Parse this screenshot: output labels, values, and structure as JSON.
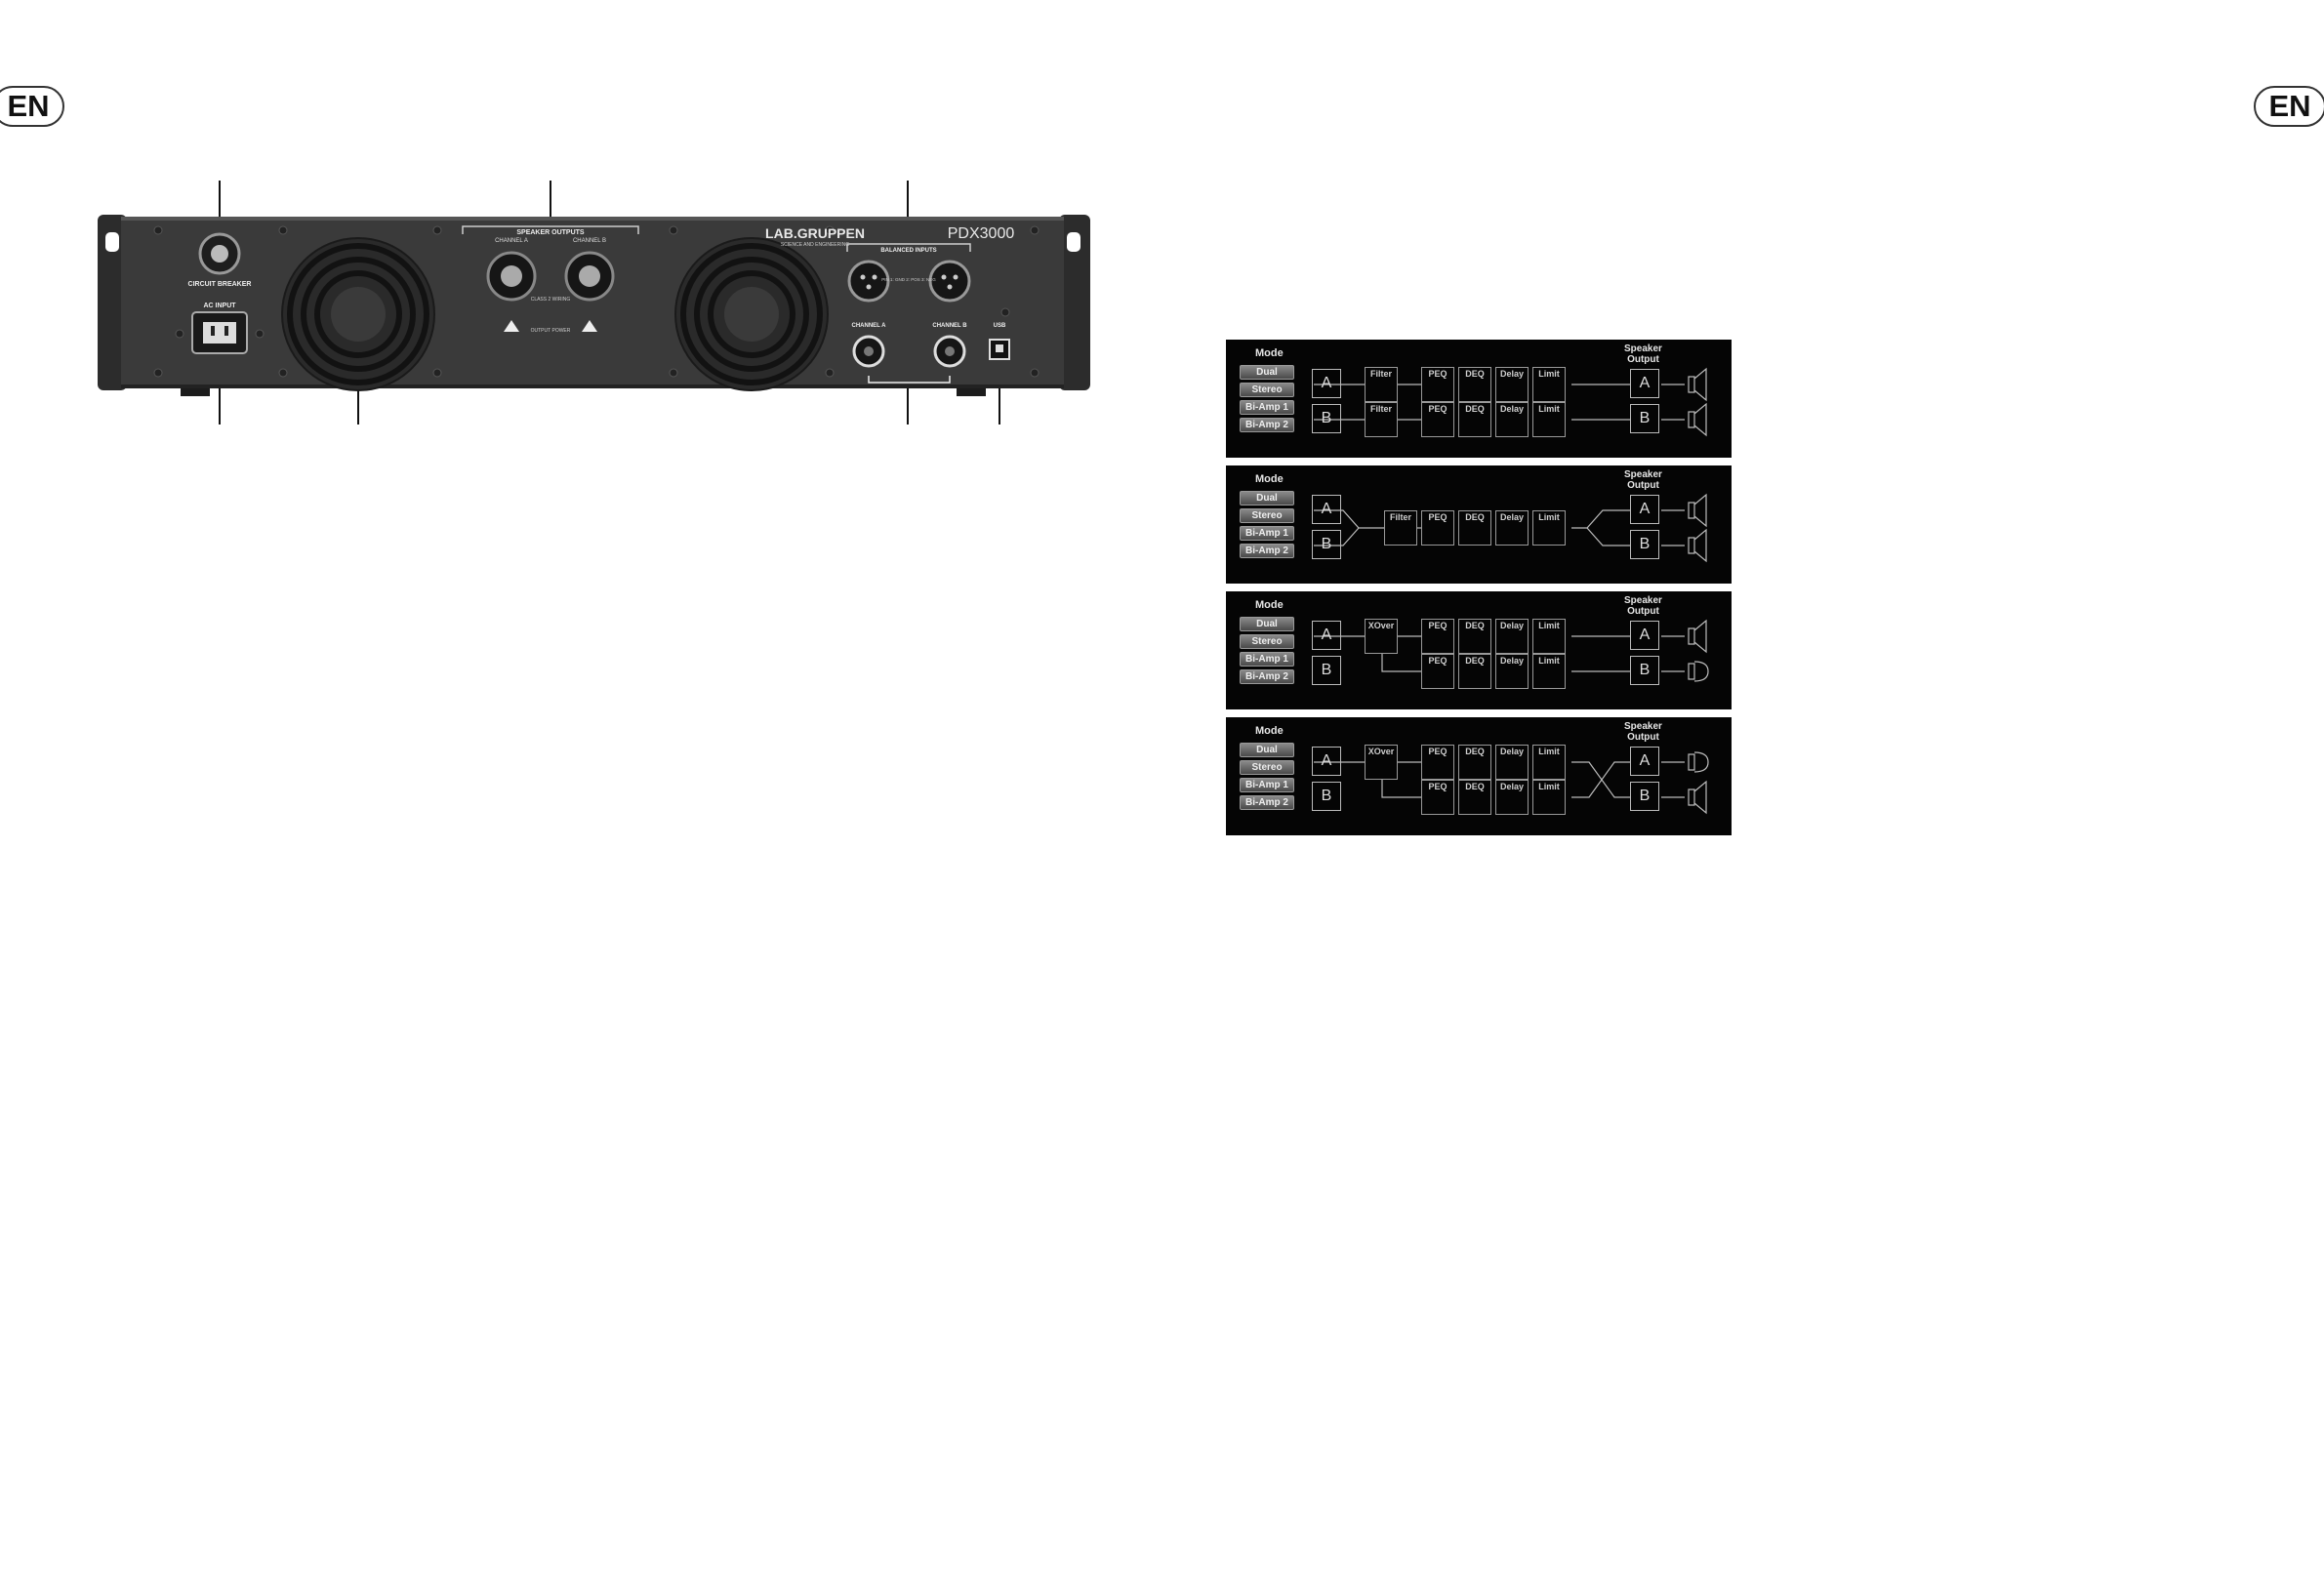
{
  "page": {
    "lang_tab_left": "EN",
    "lang_tab_right": "EN"
  },
  "rear_panel": {
    "brand": "LAB.GRUPPEN",
    "brand_tagline": "SCIENCE AND ENGINEERING",
    "model": "PDX3000",
    "circuit_breaker": "CIRCUIT BREAKER",
    "ac_input": "AC INPUT",
    "speaker_outputs": "SPEAKER OUTPUTS",
    "channel_a": "CHANNEL A",
    "channel_b": "CHANNEL B",
    "class2": "CLASS 2 WIRING",
    "output_power": "OUTPUT POWER",
    "balanced_inputs": "BALANCED INPUTS",
    "pin_legend": "PIN 1: GND 2: POS 3: NEG",
    "input_channel_a": "CHANNEL A",
    "input_channel_b": "CHANNEL B",
    "usb": "USB"
  },
  "mode_diagrams": {
    "mode_label": "Mode",
    "speaker_output_line1": "Speaker",
    "speaker_output_line2": "Output",
    "buttons": [
      "Dual",
      "Stereo",
      "Bi-Amp 1",
      "Bi-Amp 2"
    ],
    "channel_a": "A",
    "channel_b": "B",
    "blocks": {
      "filter": "Filter",
      "xover": "XOver",
      "peq": "PEQ",
      "deq": "DEQ",
      "delay": "Delay",
      "limit": "Limit"
    }
  }
}
